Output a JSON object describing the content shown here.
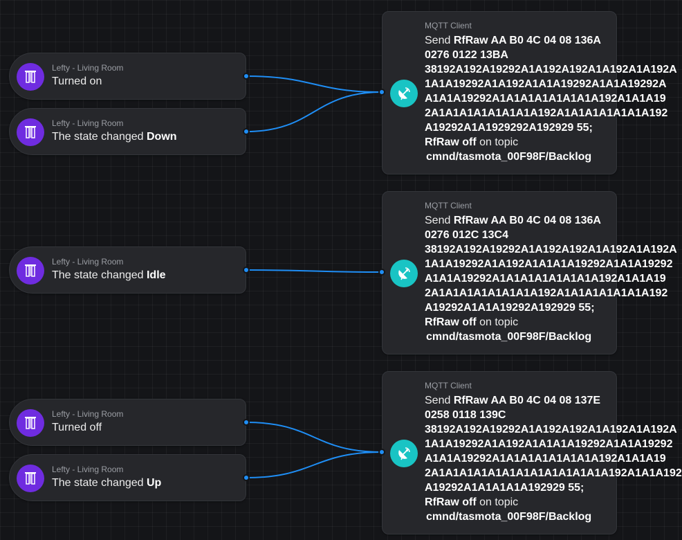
{
  "colors": {
    "trigger_icon": "#6f2ce0",
    "action_icon": "#19c4c4",
    "wire": "#1f8ef5"
  },
  "icons": {
    "trigger": "blinds-icon",
    "action": "satellite-dish-icon"
  },
  "triggers": [
    {
      "device": "Lefty - Living Room",
      "text": "Turned on",
      "bold": ""
    },
    {
      "device": "Lefty - Living Room",
      "text": "The state changed ",
      "bold": "Down"
    },
    {
      "device": "Lefty - Living Room",
      "text": "The state changed ",
      "bold": "Idle"
    },
    {
      "device": "Lefty - Living Room",
      "text": "Turned off",
      "bold": ""
    },
    {
      "device": "Lefty - Living Room",
      "text": "The state changed ",
      "bold": "Up"
    }
  ],
  "actions": [
    {
      "app": "MQTT Client",
      "send_label": "Send ",
      "first_line": "RfRaw AA B0 4C 04 08 136A",
      "payload_lines": [
        "0276 0122 13BA",
        "38192A192A19292A1A192A192A1A192A1A192A",
        "1A1A19292A1A192A1A1A19292A1A1A19292A",
        "A1A1A19292A1A1A1A1A1A1A1A192A1A1A19",
        "2A1A1A1A1A1A1A1A192A1A1A1A1A1A1A192",
        "A19292A1A1929292A192929 55;"
      ],
      "suffix_bold": "RfRaw off",
      "suffix_text": " on topic",
      "topic": "cmnd/tasmota_00F98F/Backlog"
    },
    {
      "app": "MQTT Client",
      "send_label": "Send ",
      "first_line": "RfRaw AA B0 4C 04 08 136A",
      "payload_lines": [
        "0276 012C 13C4",
        "38192A192A19292A1A192A192A1A192A1A192A",
        "1A1A19292A1A192A1A1A1A19292A1A1A19292",
        "A1A1A19292A1A1A1A1A1A1A1A192A1A1A19",
        "2A1A1A1A1A1A1A1A192A1A1A1A1A1A1A192",
        "A19292A1A1A19292A192929 55;"
      ],
      "suffix_bold": "RfRaw off",
      "suffix_text": " on topic",
      "topic": "cmnd/tasmota_00F98F/Backlog"
    },
    {
      "app": "MQTT Client",
      "send_label": "Send ",
      "first_line": "RfRaw AA B0 4C 04 08 137E",
      "payload_lines": [
        "0258 0118 139C",
        "38192A192A19292A1A192A192A1A192A1A192A",
        "1A1A19292A1A192A1A1A1A19292A1A1A19292",
        "A1A1A19292A1A1A1A1A1A1A1A192A1A1A19",
        "2A1A1A1A1A1A1A1A1A1A1A1A1A192A1A1A192",
        "A19292A1A1A1A1A192929 55;"
      ],
      "suffix_bold": "RfRaw off",
      "suffix_text": " on topic",
      "topic": "cmnd/tasmota_00F98F/Backlog"
    }
  ]
}
